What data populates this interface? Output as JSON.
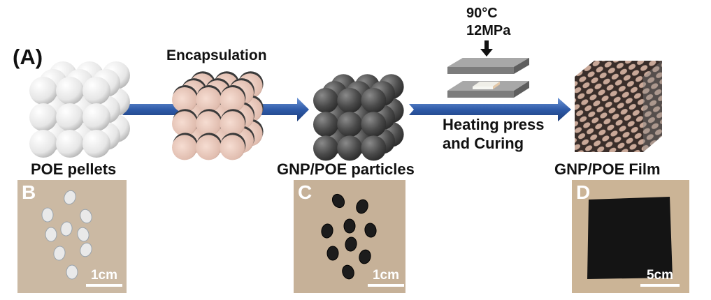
{
  "panel_label": "(A)",
  "steps": {
    "pellets_label": "POE pellets",
    "encapsulation_label": "Encapsulation",
    "particles_label": "GNP/POE particles",
    "press_temperature": "90°C",
    "press_pressure": "12MPa",
    "press_line1": "Heating press",
    "press_line2": "and Curing",
    "film_label": "GNP/POE Film"
  },
  "photos": [
    {
      "label": "B",
      "scale": "1cm"
    },
    {
      "label": "C",
      "scale": "1cm"
    },
    {
      "label": "D",
      "scale": "5cm"
    }
  ],
  "colors": {
    "arrow": "#2e5aa8",
    "pellet": "#f2f2f2",
    "coated": "#e8c7b8",
    "gnp": "#4a4a4a",
    "photo_bg": "#c9b49a"
  }
}
